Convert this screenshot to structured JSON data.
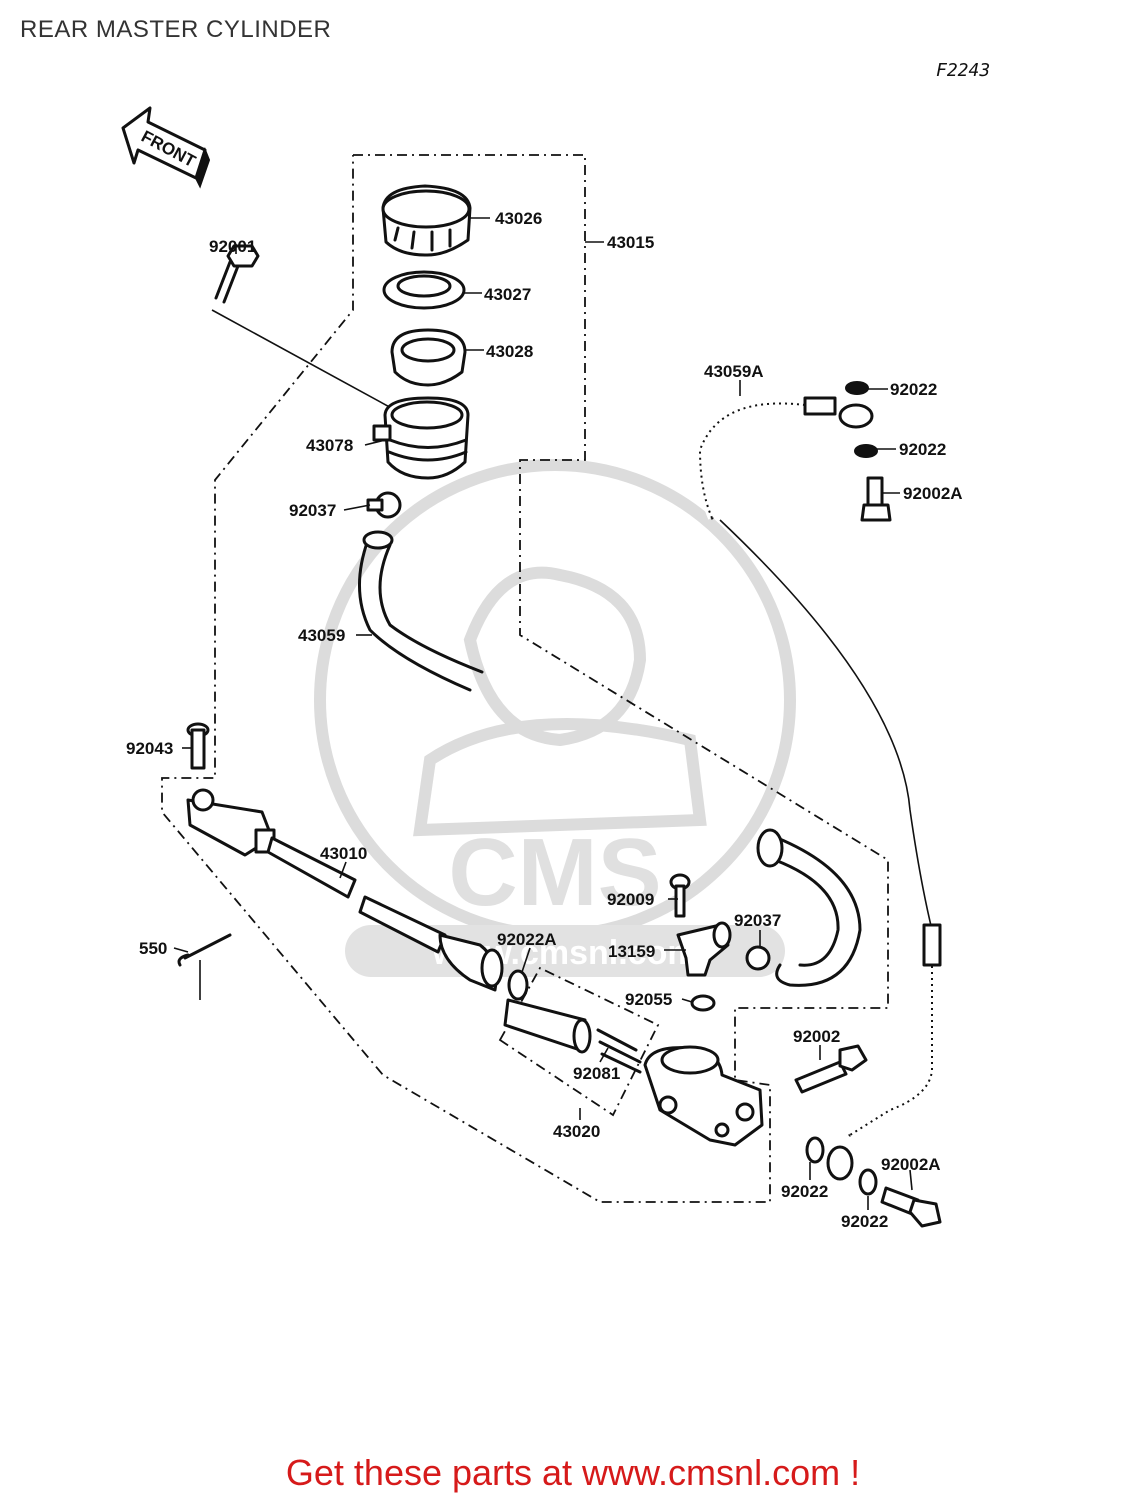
{
  "title": "REAR MASTER CYLINDER",
  "diagram_code": "F2243",
  "front_label": "FRONT",
  "watermark": {
    "brand": "CMS",
    "url": "www.cmsnl.com"
  },
  "parts": {
    "p43026": "43026",
    "p43015": "43015",
    "p92001": "92001",
    "p43027": "43027",
    "p43028": "43028",
    "p43059A": "43059A",
    "p92022_a": "92022",
    "p92022_b": "92022",
    "p92002A_a": "92002A",
    "p43078": "43078",
    "p92037_a": "92037",
    "p43059": "43059",
    "p92043": "92043",
    "p43010": "43010",
    "p92009": "92009",
    "p92037_b": "92037",
    "p13159": "13159",
    "p92022A": "92022A",
    "p550": "550",
    "p92055": "92055",
    "p92002": "92002",
    "p92081": "92081",
    "p43020": "43020",
    "p92022_c": "92022",
    "p92002A_b": "92002A",
    "p92022_d": "92022"
  },
  "promo": "Get these parts at www.cmsnl.com !",
  "colors": {
    "line": "#111111",
    "promo": "#d61a1a",
    "watermark": "#dcdcdc"
  }
}
